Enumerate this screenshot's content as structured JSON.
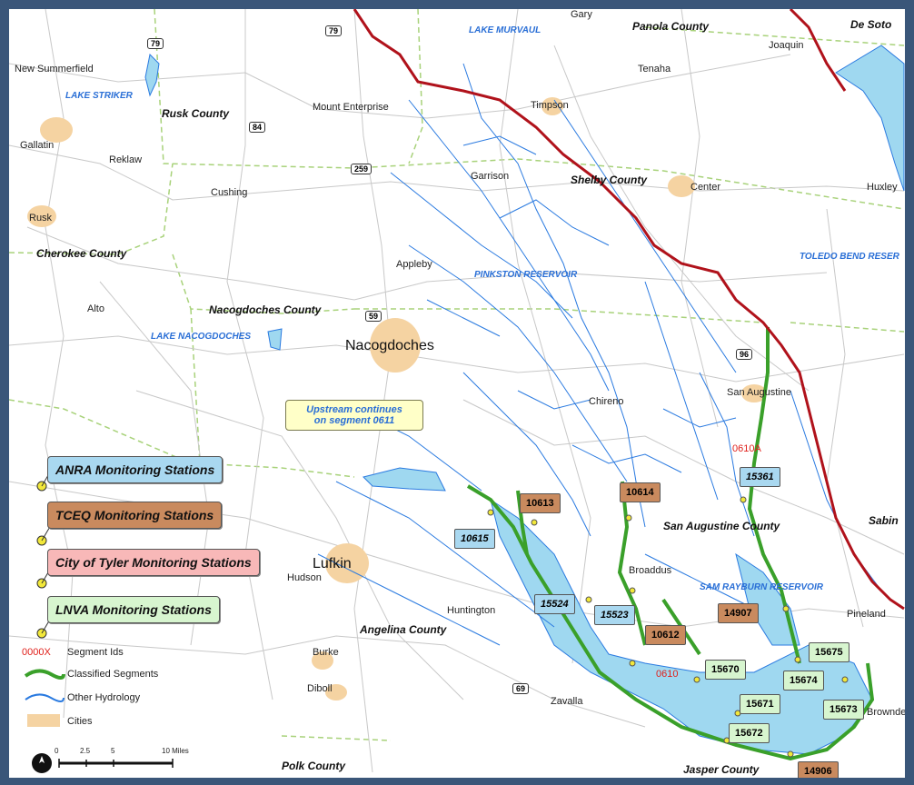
{
  "legend": {
    "groups": [
      "ANRA Monitoring Stations",
      "TCEQ Monitoring Stations",
      "City of Tyler Monitoring Stations",
      "LNVA Monitoring Stations"
    ],
    "segment_id_sample": "0000X",
    "segment_id_label": "Segment Ids",
    "classified_label": "Classified Segments",
    "other_hydro_label": "Other Hydrology",
    "cities_label": "Cities",
    "scale_ticks": [
      "0",
      "2.5",
      "5",
      "10 Miles"
    ],
    "colors": {
      "anra": "#a9d8f0",
      "tceq": "#c98a5e",
      "tyler": "#f8b8b8",
      "lnva": "#d7f5cf",
      "classified": "#3aa02a",
      "hydro": "#2a7ae0",
      "state_line": "#b0121b",
      "city": "#f5d3a2"
    }
  },
  "callout": {
    "line1": "Upstream continues",
    "line2": "on segment 0611"
  },
  "counties": [
    "Panola County",
    "De Soto",
    "Rusk County",
    "Cherokee County",
    "Shelby County",
    "Nacogdoches County",
    "San Augustine County",
    "Angelina County",
    "Polk County",
    "Jasper County",
    "Sabin"
  ],
  "lakes": [
    "LAKE MURVAUL",
    "LAKE STRIKER",
    "PINKSTON RESERVOIR",
    "LAKE NACOGDOCHES",
    "TOLEDO BEND RESER",
    "SAM RAYBURN RESERVOIR"
  ],
  "towns": [
    "Gary",
    "Joaquin",
    "New Summerfield",
    "Tenaha",
    "Mount Enterprise",
    "Timpson",
    "Gallatin",
    "Reklaw",
    "Garrison",
    "Center",
    "Huxley",
    "Cushing",
    "Rusk",
    "Appleby",
    "Alto",
    "Nacogdoches",
    "San Augustine",
    "Chireno",
    "Broaddus",
    "Hudson",
    "Lufkin",
    "Huntington",
    "Pineland",
    "Burke",
    "Diboll",
    "Zavalla",
    "Browndell"
  ],
  "highways": [
    "79",
    "79",
    "84",
    "259",
    "59",
    "96",
    "69"
  ],
  "segment_ids": [
    "0610A",
    "0610"
  ],
  "stations": {
    "anra": [
      "15361",
      "10615",
      "15524",
      "15523"
    ],
    "tceq": [
      "10613",
      "10614",
      "10612",
      "14907",
      "14906"
    ],
    "lnva": [
      "15675",
      "15670",
      "15674",
      "15671",
      "15673",
      "15672"
    ]
  }
}
